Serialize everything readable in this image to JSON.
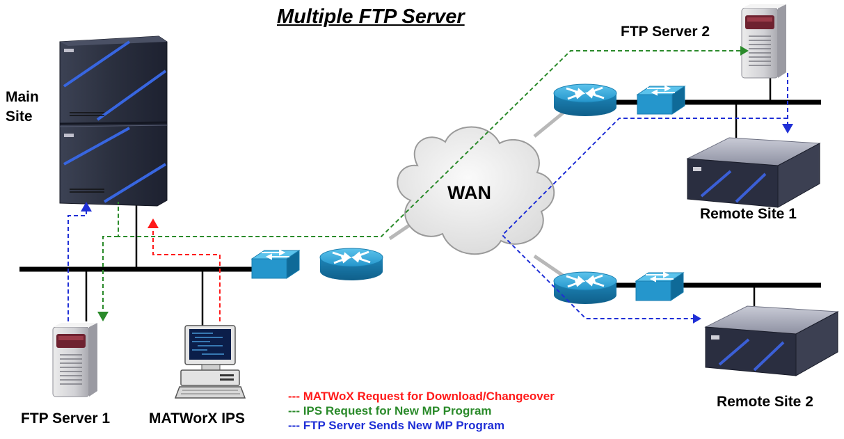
{
  "title": "Multiple FTP Server",
  "labels": {
    "main_site": [
      "Main",
      "Site"
    ],
    "ftp_server_1": "FTP Server 1",
    "ftp_server_2": "FTP Server 2",
    "matworx_ips": "MATWorX IPS",
    "remote_site_1": "Remote Site 1",
    "remote_site_2": "Remote Site 2",
    "wan": "WAN"
  },
  "legend": [
    {
      "text": "--- MATWoX Request for Download/Changeover",
      "color": "#ff1a1a"
    },
    {
      "text": "--- IPS Request for New MP Program",
      "color": "#2a8a2a"
    },
    {
      "text": "--- FTP Server Sends New MP Program",
      "color": "#1f2fd6"
    }
  ],
  "colors": {
    "red_flow": "#ff1a1a",
    "green_flow": "#2a8a2a",
    "blue_flow": "#1f2fd6",
    "network_device": "#29a3d6",
    "link": "#b0b0b0",
    "bus": "#000000"
  },
  "icons": [
    "ftp-server-icon",
    "pbx-cabinet-icon",
    "workstation-icon",
    "switch-icon",
    "router-icon",
    "wan-cloud-icon",
    "remote-pbx-icon"
  ]
}
